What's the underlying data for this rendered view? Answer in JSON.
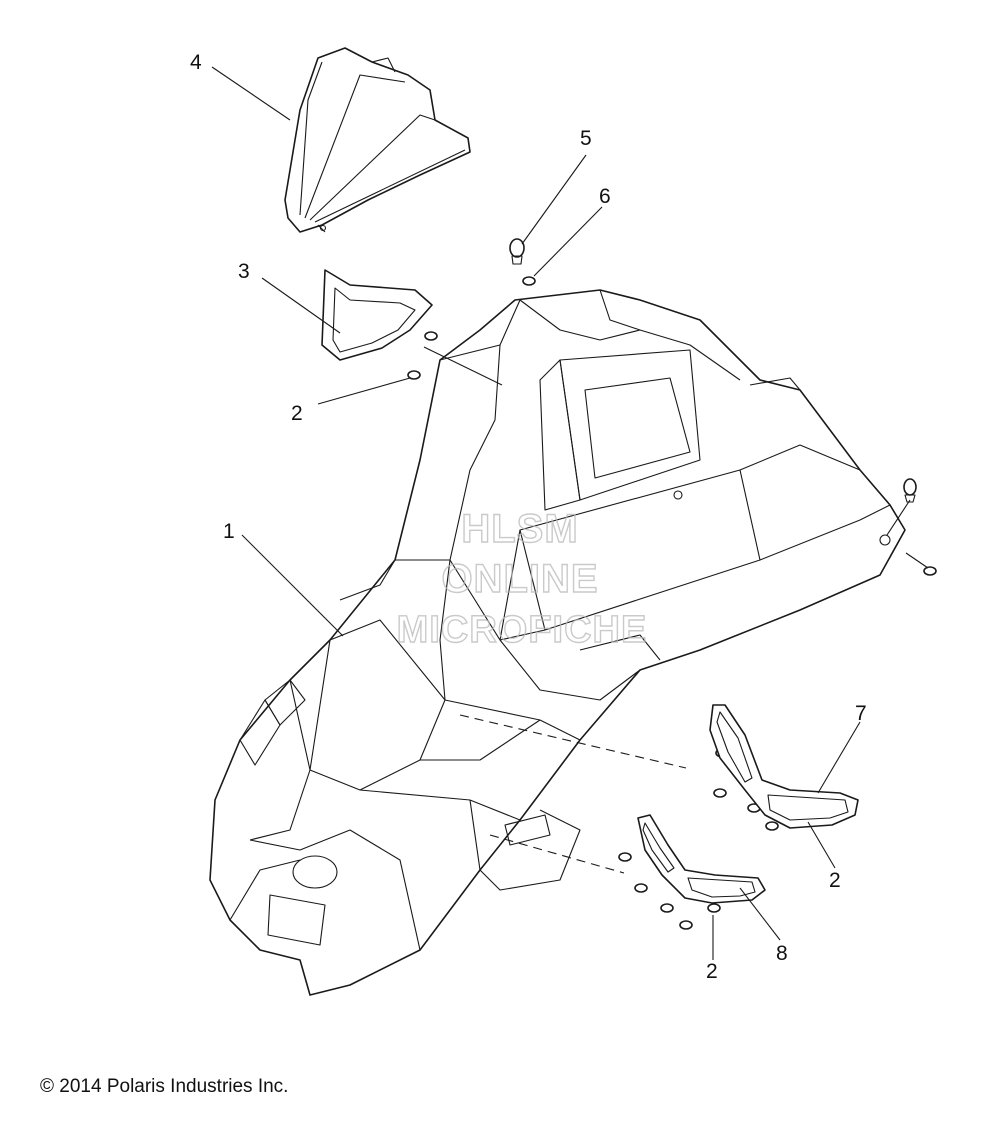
{
  "callouts": {
    "c1": "1",
    "c2a": "2",
    "c2b": "2",
    "c2c": "2",
    "c3": "3",
    "c4": "4",
    "c5": "5",
    "c6": "6",
    "c7": "7",
    "c8": "8"
  },
  "watermark": {
    "line1": "HLSM",
    "line2": "ONLINE",
    "line3": "MICROFICHE"
  },
  "footer": {
    "copyright": "© 2014 Polaris Industries Inc."
  },
  "colors": {
    "line": "#1a1a1a",
    "background": "#ffffff",
    "watermark": "#b9b9b9"
  }
}
